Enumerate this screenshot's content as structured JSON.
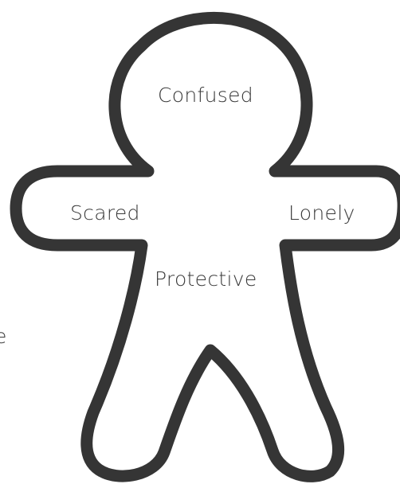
{
  "figure": {
    "outline_color": "#353535",
    "fill_color": "#ffffff",
    "shape_icon": "gingerbread-person-outline"
  },
  "labels": {
    "head": "Confused",
    "left_arm": "Scared",
    "right_arm": "Lonely",
    "body": "Protective",
    "left_edge_fragment": "e"
  }
}
